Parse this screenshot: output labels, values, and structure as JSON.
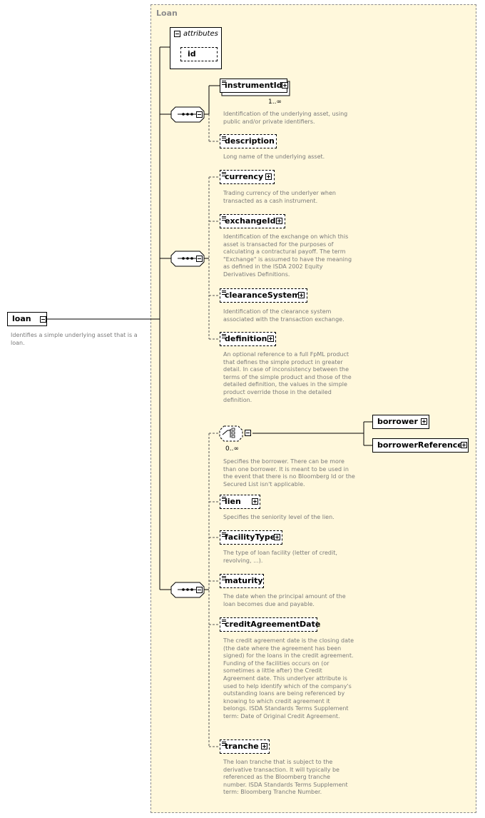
{
  "panel": {
    "title": "Loan"
  },
  "attributes": {
    "label": "attributes",
    "id": "id"
  },
  "root": {
    "name": "loan",
    "description": "Identifies a simple underlying asset that is a loan."
  },
  "elements": {
    "instrumentId": {
      "name": "instrumentId",
      "cardinality": "1..∞",
      "description": "Identification of the underlying asset, using public and/or private identifiers."
    },
    "description": {
      "name": "description",
      "description": "Long name of the underlying asset."
    },
    "currency": {
      "name": "currency",
      "description": "Trading currency of the underlyer when transacted as a cash instrument."
    },
    "exchangeId": {
      "name": "exchangeId",
      "description": "Identification of the exchange on which this asset is transacted for the purposes of calculating a contractural payoff. The term \"Exchange\" is assumed to have the meaning as defined in the ISDA 2002 Equity Derivatives Definitions."
    },
    "clearanceSystem": {
      "name": "clearanceSystem",
      "description": "Identification of the clearance system associated with the transaction exchange."
    },
    "definition": {
      "name": "definition",
      "description": "An optional reference to a full FpML product that defines the simple product in greater detail. In case of inconsistency between the terms of the simple product and those of the detailed definition, the values in the simple product override those in the detailed definition."
    },
    "choice": {
      "cardinality": "0..∞",
      "description": "Specifies the borrower. There can be more than one borrower. It is meant to be used in the event that there is no Bloomberg Id or the Secured List isn't applicable."
    },
    "borrower": {
      "name": "borrower"
    },
    "borrowerReference": {
      "name": "borrowerReference"
    },
    "lien": {
      "name": "lien",
      "description": "Specifies the seniority level of the lien."
    },
    "facilityType": {
      "name": "facilityType",
      "description": "The type of loan facility (letter of credit, revolving, ...)."
    },
    "maturity": {
      "name": "maturity",
      "description": "The date when the principal amount of the loan becomes due and payable."
    },
    "creditAgreementDate": {
      "name": "creditAgreementDate",
      "description": "The credit agreement date is the closing date (the date where the agreement has been signed) for the loans in the credit agreement. Funding of the facilities occurs on (or sometimes a little after) the Credit Agreement date. This underlyer attribute is used to help identify which of the company's outstanding loans are being referenced by knowing to which credit agreement it belongs. ISDA Standards Terms Supplement term: Date of Original Credit Agreement."
    },
    "tranche": {
      "name": "tranche",
      "description": "The loan tranche that is subject to the derivative transaction. It will typically be referenced as the Bloomberg tranche number. ISDA Standards Terms Supplement term: Bloomberg Tranche Number."
    }
  }
}
